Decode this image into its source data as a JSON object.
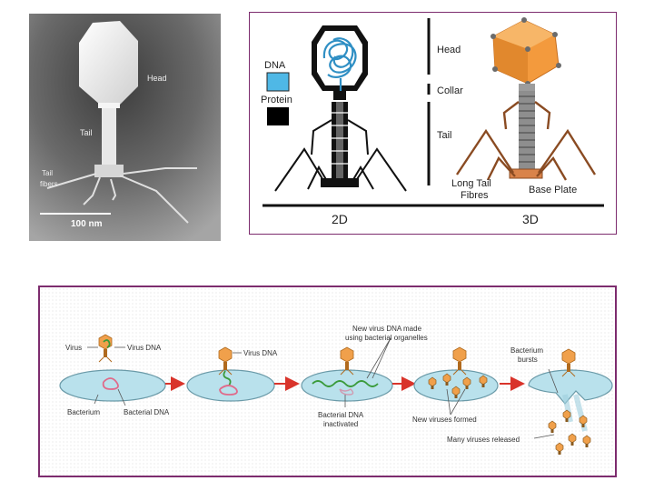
{
  "micrograph": {
    "labels": {
      "head": "Head",
      "tail": "Tail",
      "tail_fibers_1": "Tail",
      "tail_fibers_2": "fibers",
      "scale": "100 nm"
    }
  },
  "structure": {
    "legend": {
      "dna": "DNA",
      "protein": "Protein"
    },
    "parts": {
      "head": "Head",
      "collar": "Collar",
      "tail": "Tail",
      "long_tail_fibres_1": "Long Tail",
      "long_tail_fibres_2": "Fibres",
      "base_plate": "Base Plate"
    },
    "views": {
      "two_d": "2D",
      "three_d": "3D"
    },
    "colors": {
      "dna": "#4fb8e6",
      "protein": "#000000",
      "head_3d": "#f39a3d"
    }
  },
  "lifecycle": {
    "labels": {
      "virus": "Virus",
      "virus_dna": "Virus DNA",
      "bacterium": "Bacterium",
      "bacterial_dna": "Bacterial DNA",
      "virus_dna_2": "Virus DNA",
      "new_dna_1": "New virus DNA made",
      "new_dna_2": "using bacterial organelles",
      "inactivated_1": "Bacterial DNA",
      "inactivated_2": "inactivated",
      "new_viruses": "New viruses formed",
      "bursts_1": "Bacterium",
      "bursts_2": "bursts",
      "released": "Many viruses released"
    },
    "colors": {
      "cell": "#b9e1ec",
      "arrow": "#d9342b",
      "virus": "#f0a04b",
      "virus_dna": "#3a9a3a",
      "bacterial_dna": "#e06a8a"
    }
  }
}
